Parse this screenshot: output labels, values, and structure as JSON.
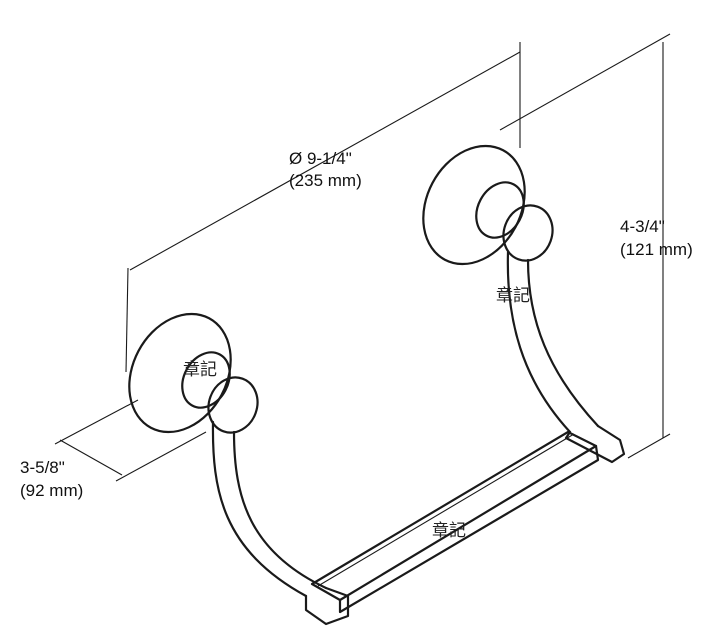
{
  "dimensions": {
    "width": {
      "line1": "Ø 9-1/4\"",
      "line2": "(235 mm)"
    },
    "height": {
      "line1": "4-3/4\"",
      "line2": "(121 mm)"
    },
    "depth": {
      "line1": "3-5/8\"",
      "line2": "(92 mm)"
    }
  },
  "watermarks": [
    "章記",
    "章記",
    "章記"
  ],
  "colors": {
    "ink": "#1a1a1a",
    "background": "#ffffff"
  }
}
